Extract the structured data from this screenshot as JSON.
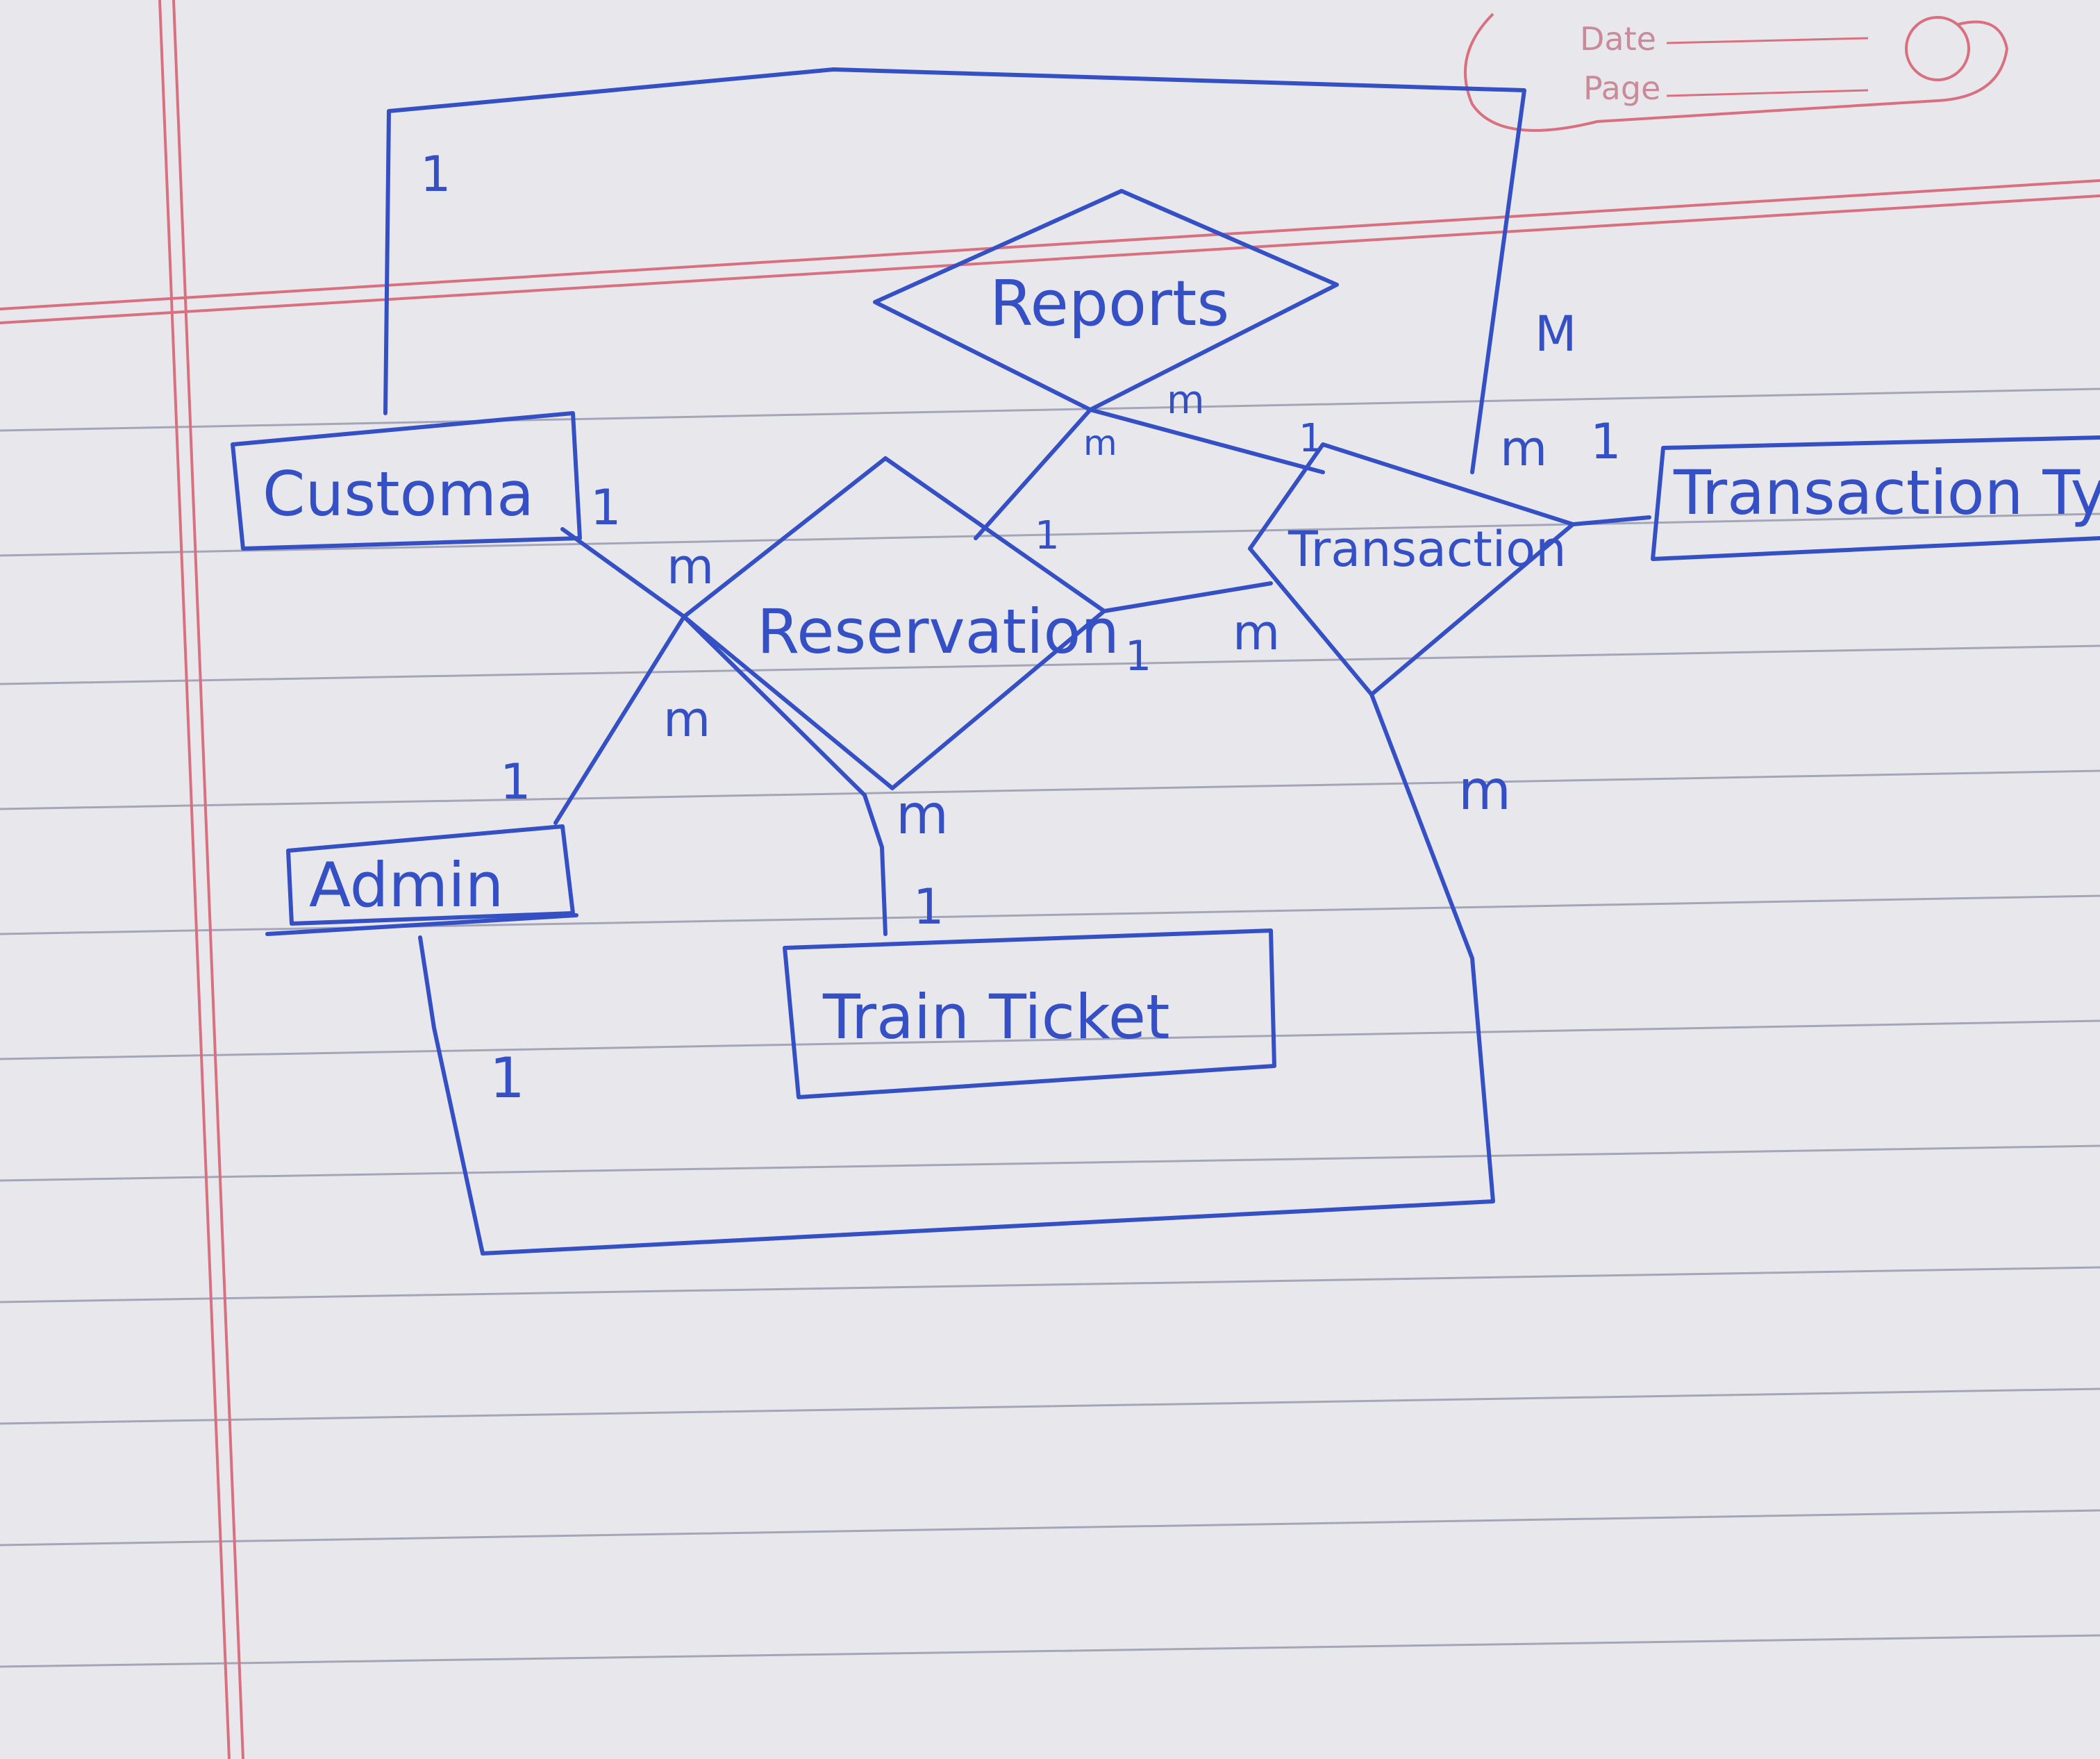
{
  "header": {
    "date_label": "Date",
    "page_label": "Page"
  },
  "entities": {
    "customer": "Customa",
    "admin": "Admin",
    "train_ticket": "Train Ticket",
    "transaction_type": "Transaction Typ"
  },
  "relationships": {
    "reports": "Reports",
    "reservation": "Reservation",
    "transaction": "Transaction"
  },
  "cardinalities": {
    "customer_top": "1",
    "customer_to_reservation_1": "1",
    "customer_to_reservation_m": "m",
    "reservation_left_m": "m",
    "admin_1": "1",
    "admin_bottom_1": "1",
    "train_ticket_m": "m",
    "train_ticket_1": "1",
    "reports_m_left": "m",
    "reports_m_right": "m",
    "reports_to_transaction_1": "1",
    "reservation_to_reports_1": "1",
    "reservation_to_transaction_1": "1",
    "transaction_from_reservation_m": "m",
    "transaction_top_m": "M",
    "transaction_m": "m",
    "transaction_type_1": "1",
    "transaction_bottom_m": "m"
  },
  "colors": {
    "ink": "#3550c4",
    "paper": "#e8e8ec",
    "rule": "#9ea0b2",
    "margin": "#d9707f"
  }
}
